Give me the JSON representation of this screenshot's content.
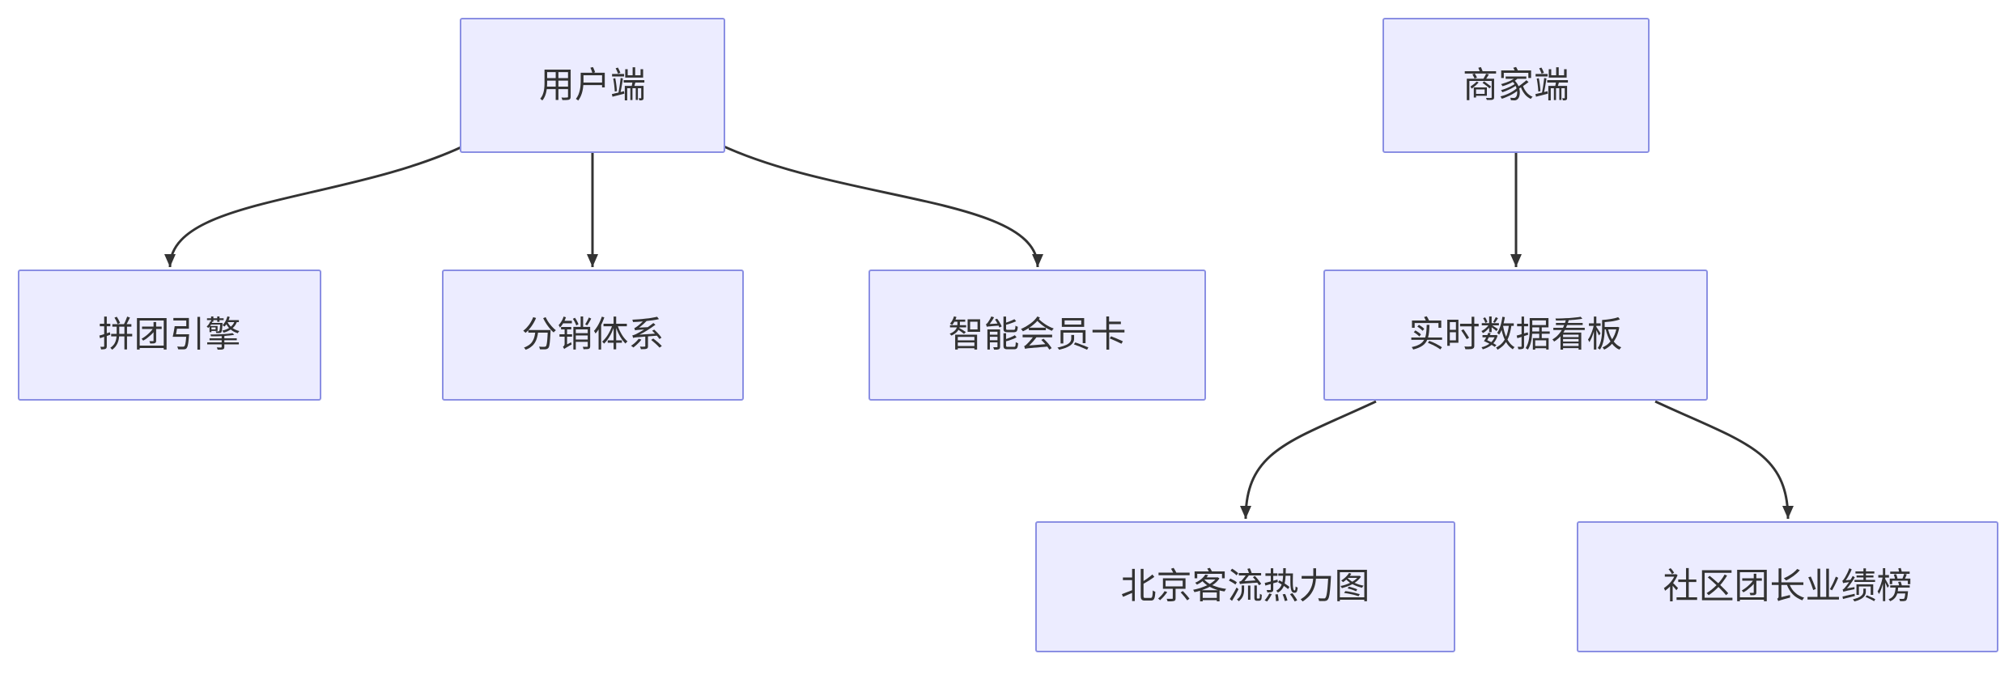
{
  "diagram": {
    "type": "flowchart",
    "direction": "top-down",
    "nodes": [
      {
        "id": "user",
        "label": "用户端"
      },
      {
        "id": "merchant",
        "label": "商家端"
      },
      {
        "id": "group-engine",
        "label": "拼团引擎"
      },
      {
        "id": "distribution",
        "label": "分销体系"
      },
      {
        "id": "member-card",
        "label": "智能会员卡"
      },
      {
        "id": "dashboard",
        "label": "实时数据看板"
      },
      {
        "id": "heatmap",
        "label": "北京客流热力图"
      },
      {
        "id": "leaderboard",
        "label": "社区团长业绩榜"
      }
    ],
    "edges": [
      {
        "from": "用户端",
        "to": "拼团引擎"
      },
      {
        "from": "用户端",
        "to": "分销体系"
      },
      {
        "from": "用户端",
        "to": "智能会员卡"
      },
      {
        "from": "商家端",
        "to": "实时数据看板"
      },
      {
        "from": "实时数据看板",
        "to": "北京客流热力图"
      },
      {
        "from": "实时数据看板",
        "to": "社区团长业绩榜"
      }
    ],
    "colors": {
      "node_fill": "#ECECFF",
      "node_border": "#8a8fe3",
      "arrow_color": "#333333",
      "text_color": "#333333",
      "canvas_bg": "#ffffff"
    }
  }
}
